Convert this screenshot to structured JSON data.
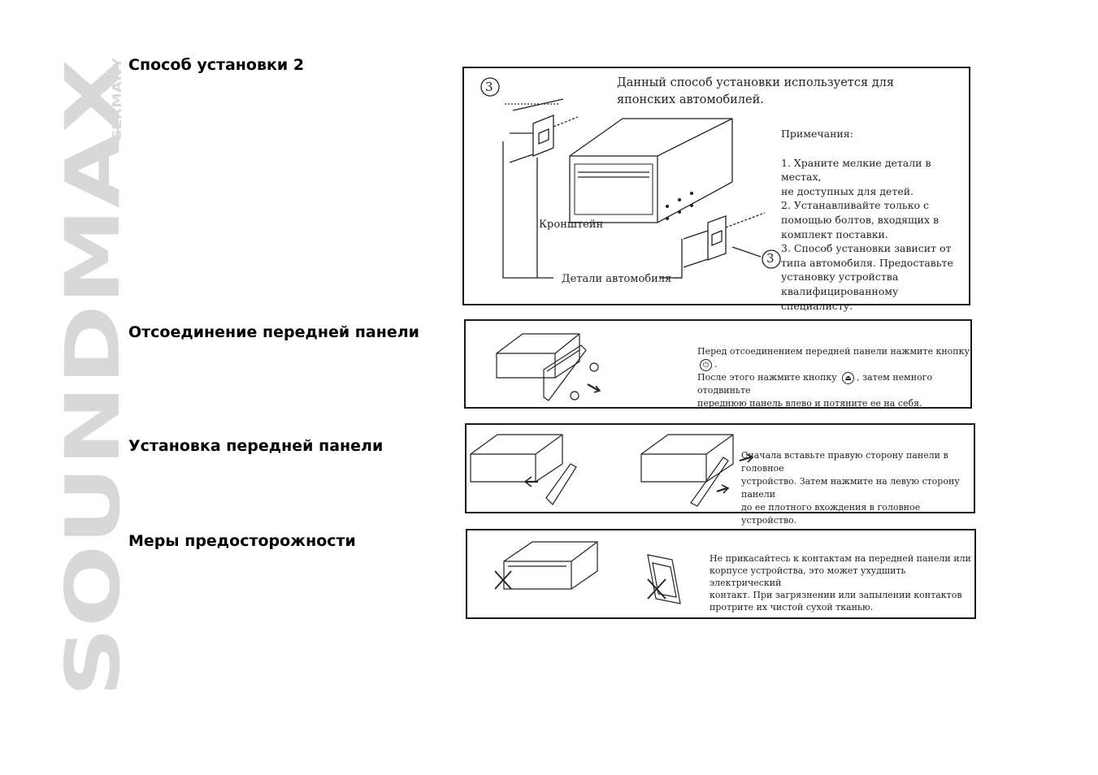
{
  "brand": {
    "logo": "SOUNDMAX",
    "sub": "GERMANY"
  },
  "sections": {
    "install2": {
      "title": "Способ установки 2",
      "figure": {
        "header_line1": "Данный способ установки используется для",
        "header_line2": "японских автомобилей.",
        "notes_title": "Примечания:",
        "notes": [
          "1. Храните мелкие детали в местах,",
          "не доступных для детей.",
          "2. Устанавливайте только с",
          "помощью болтов, входящих в",
          "комплект поставки.",
          "3. Способ установки зависит от",
          "типа автомобиля. Предоставьте",
          "установку устройства",
          "квалифицированному специалисту."
        ],
        "bracket_label": "Кронштейн",
        "car_parts_label": "Детали автомобиля",
        "callout_number": "3"
      }
    },
    "detach": {
      "title": "Отсоединение передней панели",
      "line1a": "Перед отсоединением передней панели нажмите кнопку",
      "line1b": ".",
      "line2a": "После этого нажмите кнопку",
      "line2b": ", затем немного отодвиньте",
      "line3": "переднюю панель влево и потяните ее на себя.",
      "power_icon": "⏻",
      "eject_icon": "⏏"
    },
    "attach": {
      "title": "Установка передней панели",
      "lines": [
        "Сначала вставьте правую сторону панели в головное",
        "устройство. Затем нажмите на левую сторону панели",
        "до ее плотного вхождения в головное устройство."
      ]
    },
    "precautions": {
      "title": "Меры предосторожности",
      "lines": [
        "Не прикасайтесь к контактам на передней панели или",
        "корпусе устройства, это может ухудшить электрический",
        "контакт. При загрязнении или запылении контактов",
        "протрите их чистой сухой тканью."
      ]
    }
  }
}
